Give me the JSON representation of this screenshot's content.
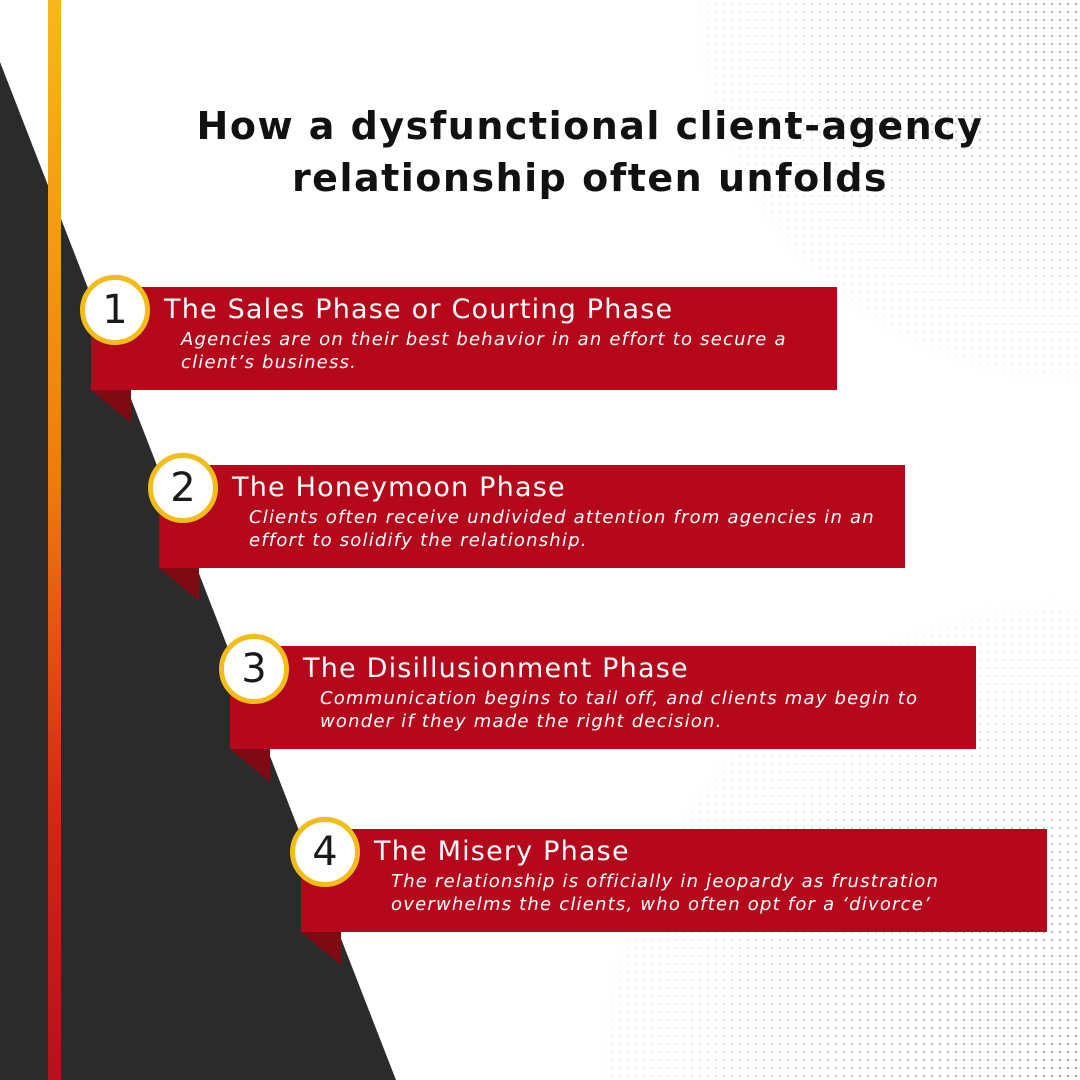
{
  "title": {
    "line1": "How a dysfunctional client-agency",
    "line2": "relationship often unfolds"
  },
  "phases": [
    {
      "number": "1",
      "title": "The Sales Phase or Courting Phase",
      "description": "Agencies are on their best behavior in an effort to secure a client’s business."
    },
    {
      "number": "2",
      "title": "The Honeymoon Phase",
      "description": "Clients often receive undivided attention from agencies in an effort to solidify the relationship."
    },
    {
      "number": "3",
      "title": "The Disillusionment Phase",
      "description": "Communication begins to tail off, and clients may begin to wonder if they made the right decision."
    },
    {
      "number": "4",
      "title": "The Misery Phase",
      "description": "The relationship is officially in jeopardy as frustration overwhelms the clients, who often opt for a ‘divorce’"
    }
  ],
  "colors": {
    "band": "#b5091b",
    "band_fold": "#7f0a13",
    "badge_ring": "#f2bd17",
    "wedge": "#2b2b2b",
    "accent_top": "#f7b81c",
    "accent_bottom": "#b3111d"
  }
}
